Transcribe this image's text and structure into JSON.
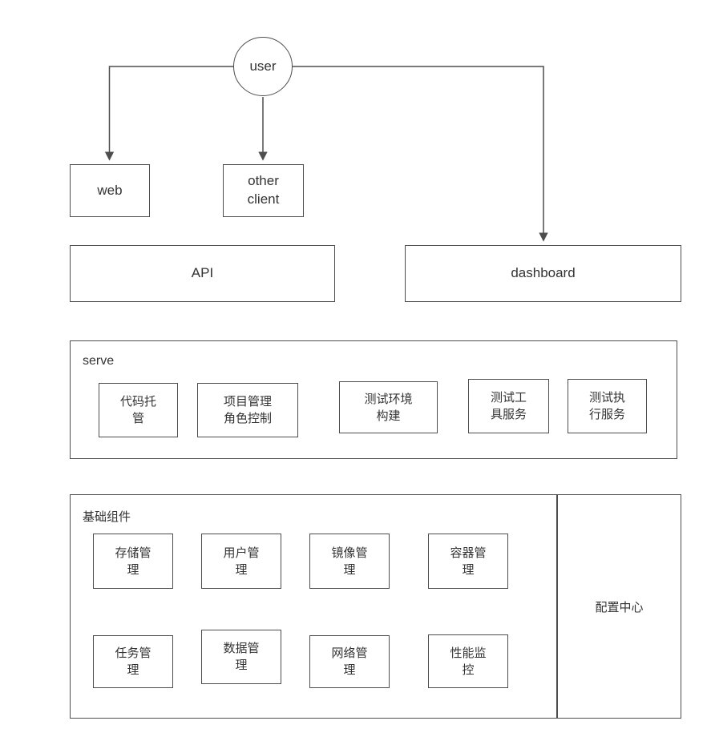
{
  "diagram": {
    "user": "user",
    "web": "web",
    "other_client": "other\nclient",
    "api": "API",
    "dashboard": "dashboard"
  },
  "serve": {
    "label": "serve",
    "items": [
      "代码托\n管",
      "项目管理\n角色控制",
      "测试环境\n构建",
      "测试工\n具服务",
      "测试执\n行服务"
    ]
  },
  "base": {
    "label": "基础组件",
    "row1": [
      "存储管\n理",
      "用户管\n理",
      "镜像管\n理",
      "容器管\n理"
    ],
    "row2": [
      "任务管\n理",
      "数据管\n理",
      "网络管\n理",
      "性能监\n控"
    ],
    "config_center": "配置中心"
  },
  "colors": {
    "border": "#4d4d4d",
    "text": "#333333",
    "background": "#ffffff"
  }
}
